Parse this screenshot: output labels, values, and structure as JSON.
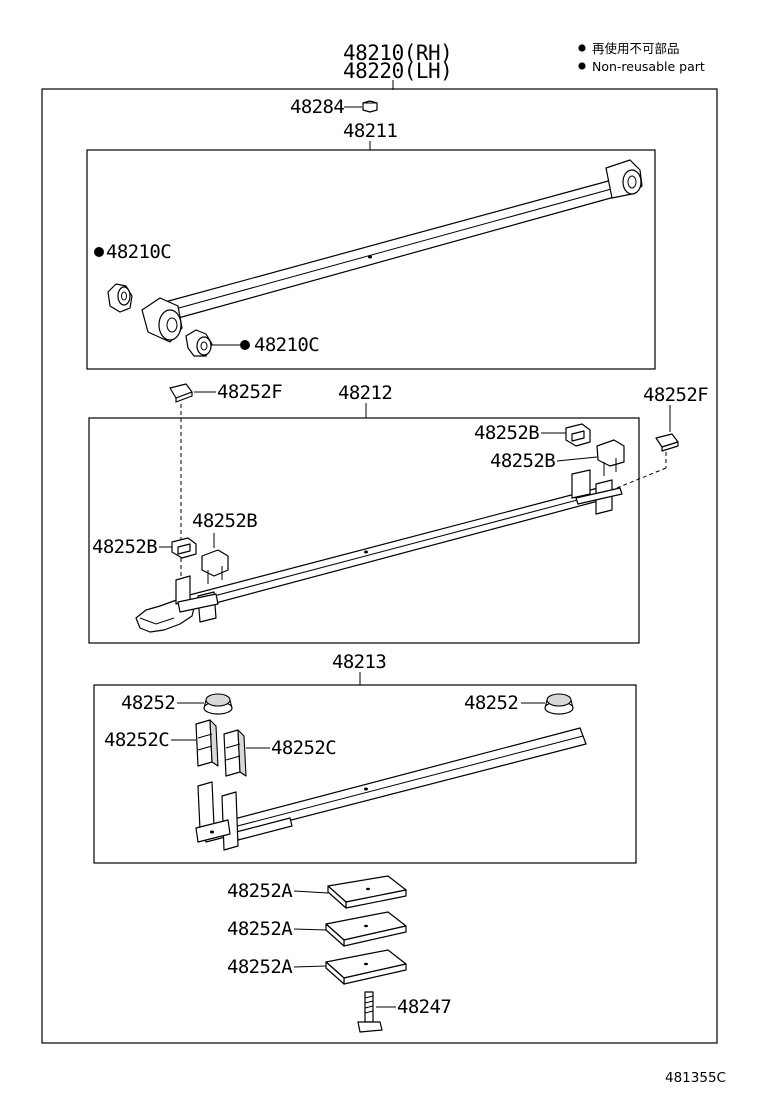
{
  "assembly": {
    "rh": "48210(RH)",
    "lh": "48220(LH)"
  },
  "legend": {
    "jp": "再使用不可部品",
    "en": "Non-reusable part"
  },
  "parts": {
    "p48284": "48284",
    "p48211": "48211",
    "p48210c_left": "48210C",
    "p48210c_right": "48210C",
    "p48212": "48212",
    "p48252f_left": "48252F",
    "p48252f_right": "48252F",
    "p48252b_top1": "48252B",
    "p48252b_top2": "48252B",
    "p48252b_mid": "48252B",
    "p48252b_left": "48252B",
    "p48213": "48213",
    "p48252_left": "48252",
    "p48252_right": "48252",
    "p48252c_left": "48252C",
    "p48252c_right": "48252C",
    "p48252a_1": "48252A",
    "p48252a_2": "48252A",
    "p48252a_3": "48252A",
    "p48247": "48247"
  },
  "footer": {
    "ref": "481355C"
  }
}
